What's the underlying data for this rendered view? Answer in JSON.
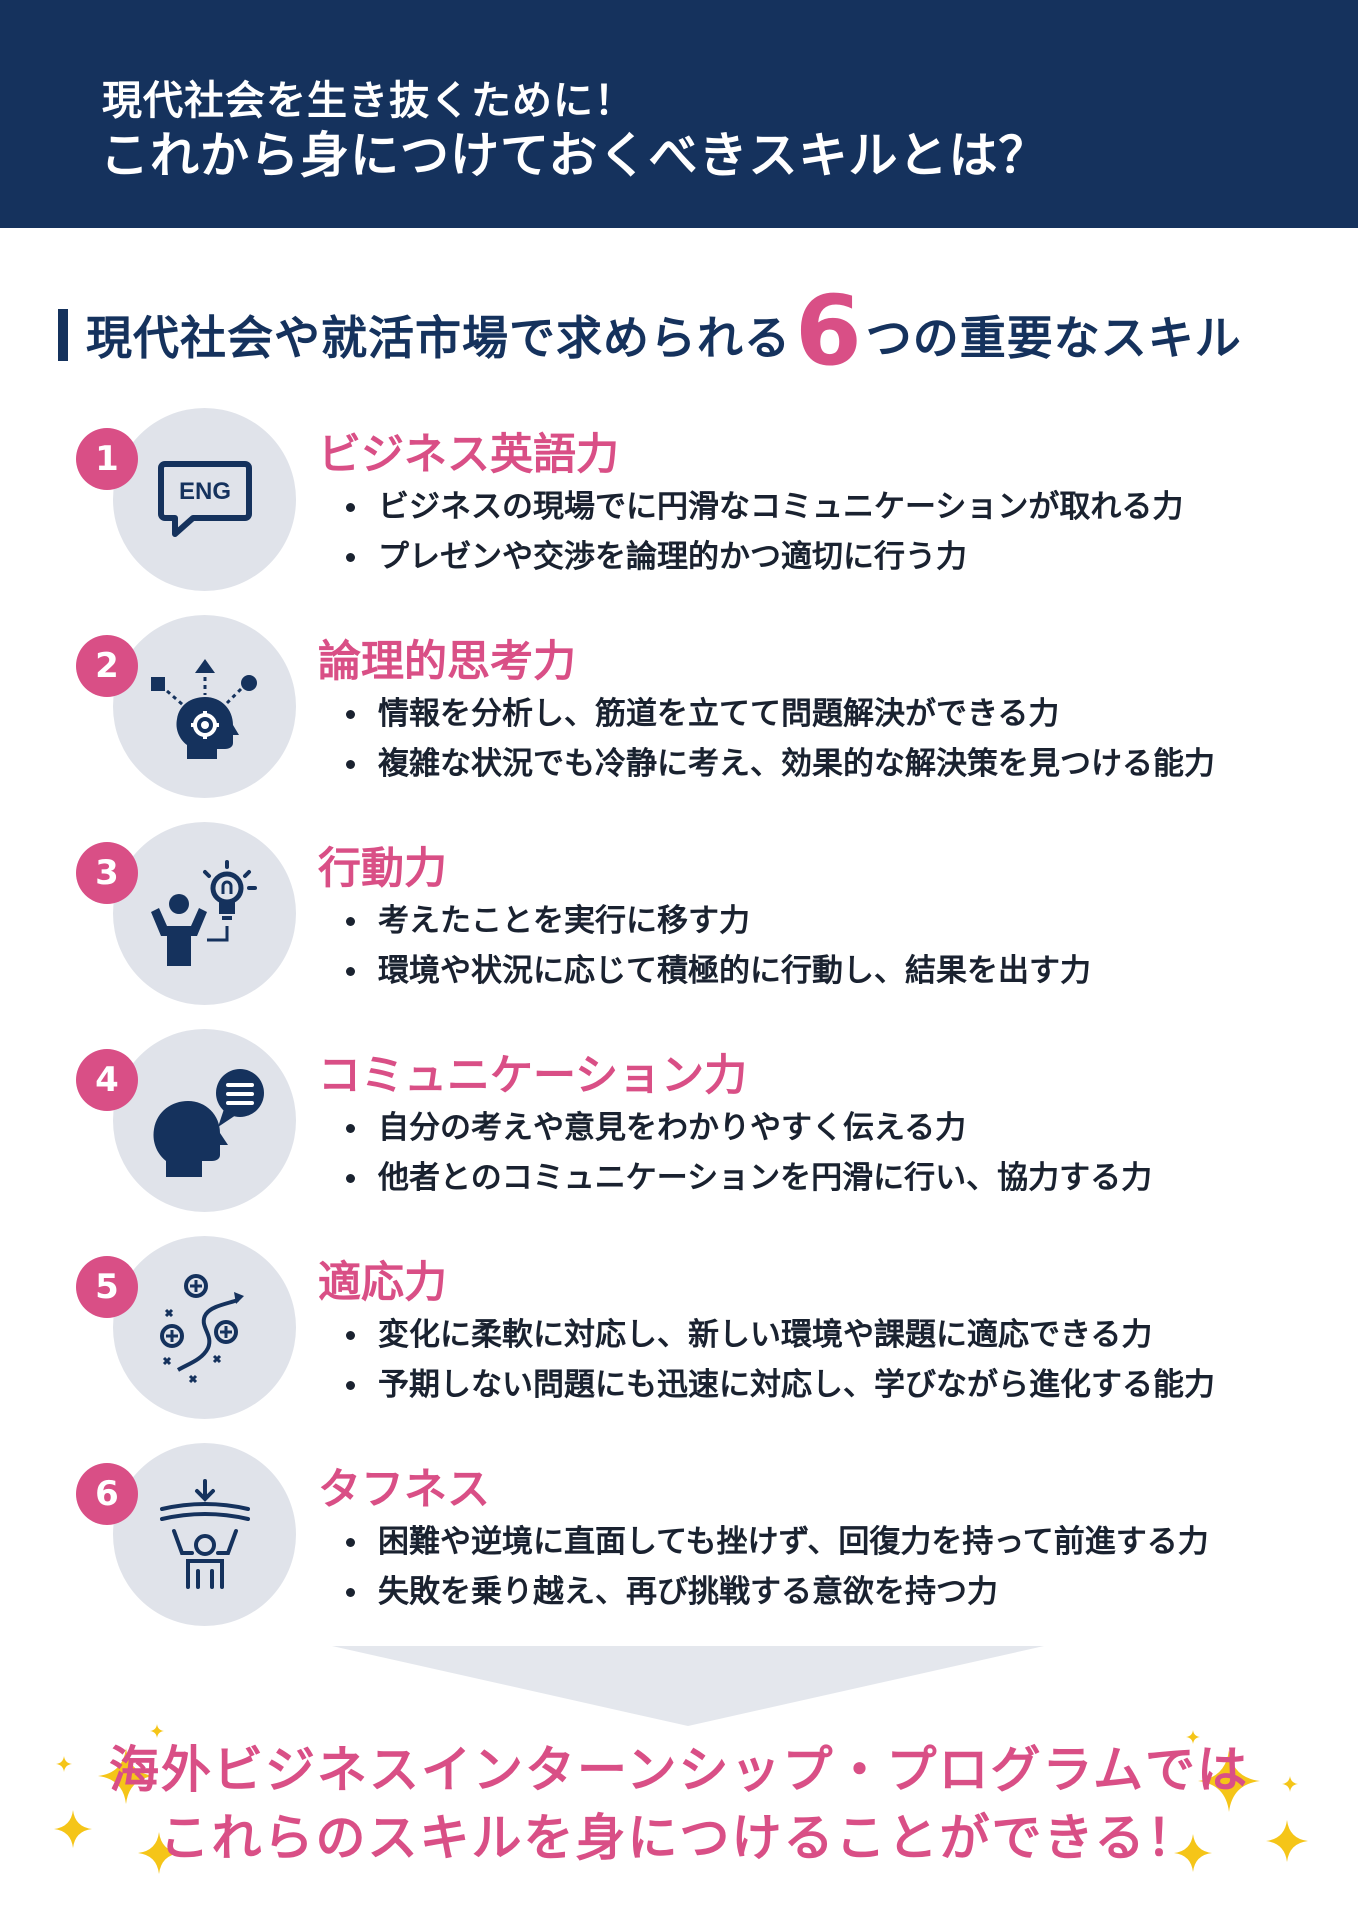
{
  "header": {
    "subtitle": "現代社会を生き抜くために！",
    "title": "これから身につけておくべきスキルとは？"
  },
  "section": {
    "title_pre": "現代社会や就活市場で求められる",
    "count": "6",
    "title_post": "つの重要なスキル"
  },
  "skills": [
    {
      "number": "1",
      "icon": "eng-speech-bubble-icon",
      "title": "ビジネス英語力",
      "points": [
        "ビジネスの現場でに円滑なコミュニケーションが取れる力",
        "プレゼンや交渉を論理的かつ適切に行う力"
      ]
    },
    {
      "number": "2",
      "icon": "head-gear-thinking-icon",
      "title": "論理的思考力",
      "points": [
        "情報を分析し、筋道を立てて問題解決ができる力",
        "複雑な状況でも冷静に考え、効果的な解決策を見つける能力"
      ]
    },
    {
      "number": "3",
      "icon": "person-lightbulb-icon",
      "title": "行動力",
      "points": [
        "考えたことを実行に移す力",
        "環境や状況に応じて積極的に行動し、結果を出す力"
      ]
    },
    {
      "number": "4",
      "icon": "head-chat-bubble-icon",
      "title": "コミュニケーション力",
      "points": [
        "自分の考えや意見をわかりやすく伝える力",
        "他者とのコミュニケーションを円滑に行い、協力する力"
      ]
    },
    {
      "number": "5",
      "icon": "strategy-path-icon",
      "title": "適応力",
      "points": [
        "変化に柔軟に対応し、新しい環境や課題に適応できる力",
        "予期しない問題にも迅速に対応し、学びながら進化する能力"
      ]
    },
    {
      "number": "6",
      "icon": "person-holding-pressure-icon",
      "title": "タフネス",
      "points": [
        "困難や逆境に直面しても挫けず、回復力を持って前進する力",
        "失敗を乗り越え、再び挑戦する意欲を持つ力"
      ]
    }
  ],
  "cta": {
    "line1": "海外ビジネスインターンシップ・プログラムでは",
    "line2": "これらのスキルを身につけることができる！"
  },
  "colors": {
    "navy": "#15325d",
    "pink": "#d94f86",
    "circle_bg": "#e0e3ea",
    "sparkle": "#f5c518"
  }
}
